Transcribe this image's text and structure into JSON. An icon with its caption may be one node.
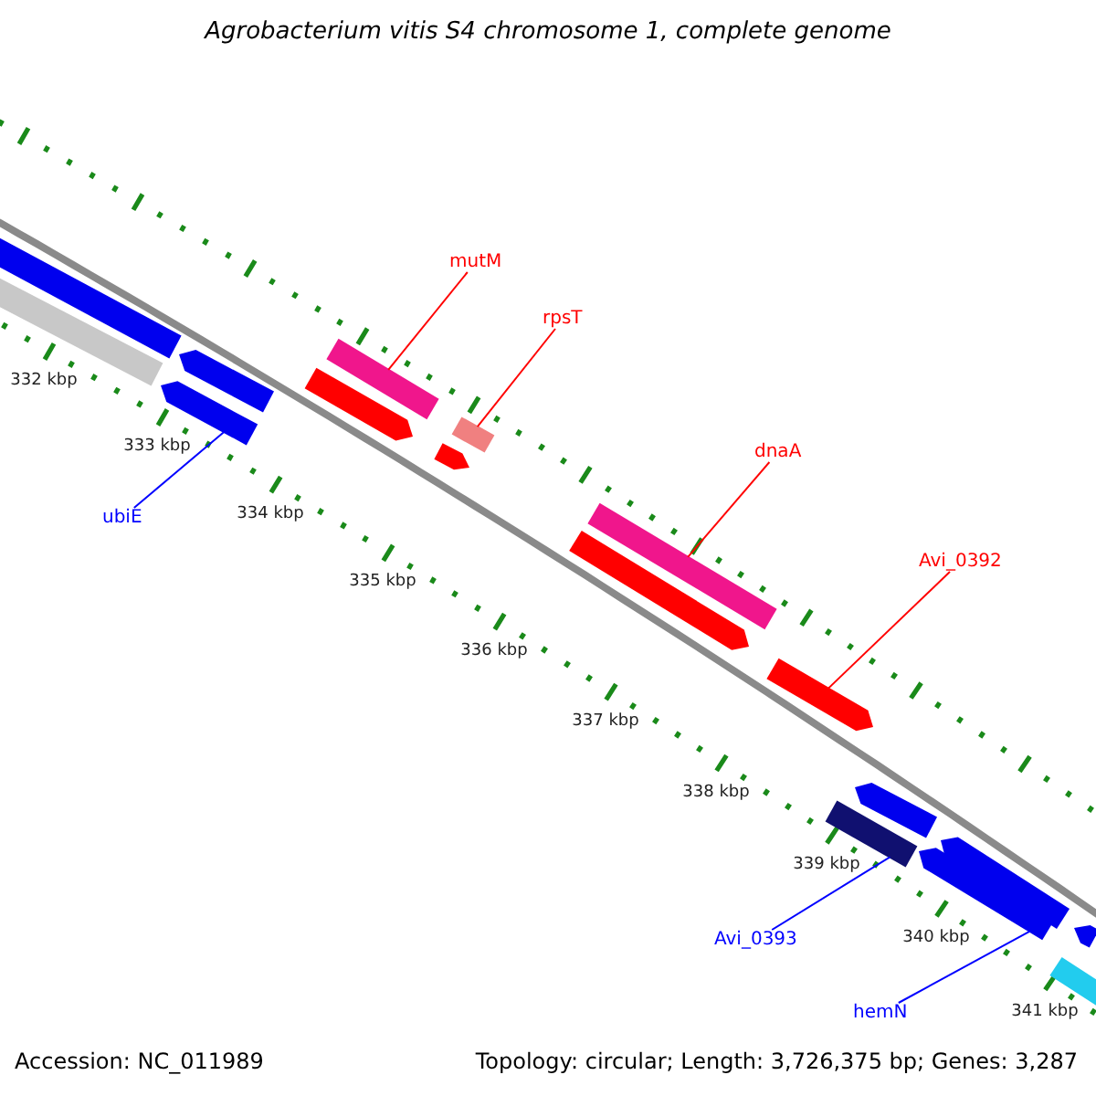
{
  "diagram": {
    "title": "Agrobacterium vitis S4 chromosome 1, complete genome",
    "nodes": [
      {
        "text": [
          "mutM"
        ]
      },
      {
        "text": [],
        "shape": "bar"
      },
      {
        "text": [
          "rpsT"
        ]
      },
      {
        "text": [],
        "shape": "bar"
      },
      {
        "text": [
          "dnaA"
        ]
      },
      {
        "text": [],
        "shape": "bar"
      },
      {
        "text": [
          "Avi_0392"
        ]
      },
      {
        "text": [],
        "shape": "bar"
      },
      {
        "text": [
          "ubiE"
        ]
      },
      {
        "text": [],
        "shape": "bar"
      },
      {
        "text": [
          "Avi_0393"
        ]
      },
      {
        "text": [],
        "shape": "bar"
      },
      {
        "text": [
          "hemN"
        ]
      },
      {
        "text": [],
        "shape": "bar"
      },
      {
        "text": [],
        "shape": "bar"
      },
      {
        "text": [],
        "shape": "bar"
      },
      {
        "text": [],
        "shape": "bar"
      },
      {
        "text": [],
        "shape": "bar"
      },
      {
        "text": [],
        "shape": "bar"
      },
      {
        "text": [],
        "shape": "bar"
      },
      {
        "text": [],
        "shape": "bar"
      },
      {
        "text": [],
        "shape": "bar"
      },
      {
        "text": [],
        "shape": "bar"
      },
      {
        "text": [],
        "shape": "bar"
      }
    ],
    "edges": [
      {
        "from": 0,
        "to": 1,
        "arrow": "none"
      },
      {
        "from": 2,
        "to": 3,
        "arrow": "none"
      },
      {
        "from": 4,
        "to": 5,
        "arrow": "none"
      },
      {
        "from": 6,
        "to": 7,
        "arrow": "none"
      },
      {
        "from": 8,
        "to": 9,
        "arrow": "none",
        "color": "#0000ff"
      },
      {
        "from": 10,
        "to": 11,
        "arrow": "none",
        "color": "#0000ff"
      },
      {
        "from": 12,
        "to": 13,
        "arrow": "none",
        "color": "#0000ff"
      }
    ],
    "labels": [
      "332 kbp",
      "333 kbp",
      "334 kbp",
      "335 kbp",
      "336 kbp",
      "337 kbp",
      "338 kbp",
      "339 kbp",
      "340 kbp",
      "341 kbp",
      "Accession: NC_011989",
      "Topology: circular; Length: 3,726,375 bp; Genes: 3,287"
    ]
  }
}
